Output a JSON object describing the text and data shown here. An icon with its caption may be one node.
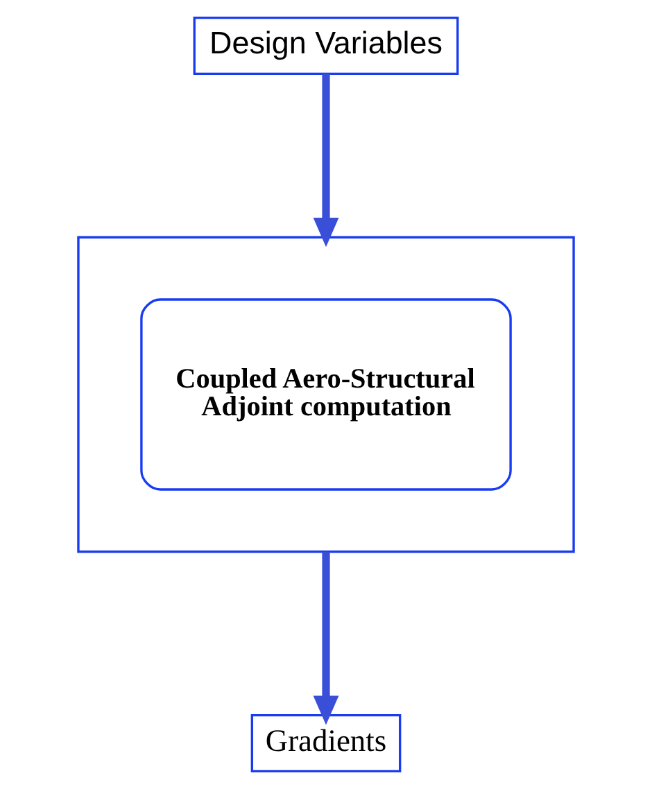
{
  "diagram": {
    "nodes": [
      {
        "text": [
          "Design Variables"
        ]
      },
      {
        "text": [],
        "shape": "box"
      },
      {
        "text": [
          "Coupled Aero-Structural Adjoint computation"
        ],
        "in": 1
      },
      {
        "text": [
          "Gradients"
        ]
      }
    ],
    "edges": [
      {
        "from": 0,
        "to": 1,
        "arrow": "to"
      },
      {
        "from": 1,
        "to": 3,
        "arrow": "to"
      }
    ]
  }
}
